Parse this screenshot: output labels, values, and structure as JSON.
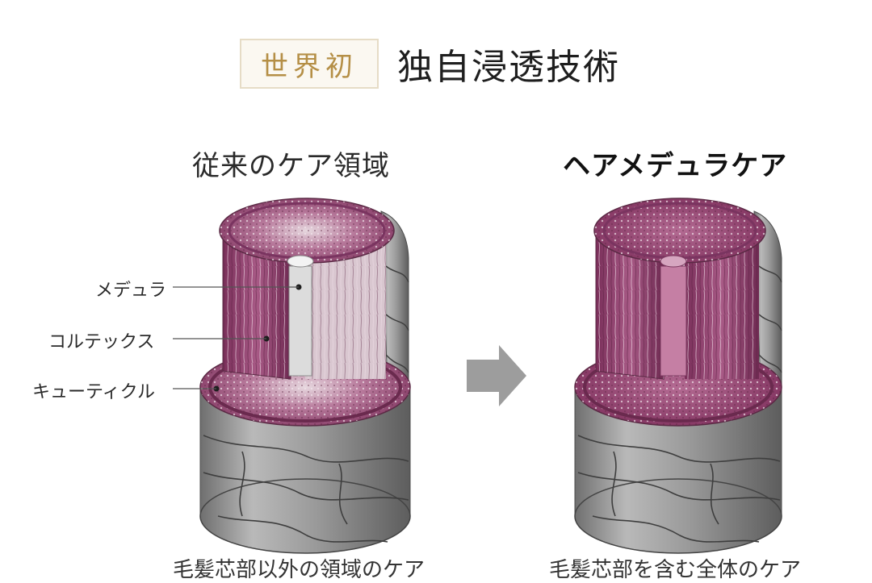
{
  "header": {
    "badge": "世界初",
    "headline": "独自浸透技術"
  },
  "left_panel": {
    "title": "従来のケア領域",
    "labels": [
      "メデュラ",
      "コルテックス",
      "キューティクル"
    ],
    "caption": "毛髪芯部以外の領域のケア"
  },
  "right_panel": {
    "title": "ヘアメデュラケア",
    "caption": "毛髪芯部を含む全体のケア"
  },
  "colors": {
    "hair_purple": "#8e3e6a",
    "hair_light": "#c57fa4",
    "cuticle_gray": "#8e8e8e",
    "arrow_gray": "#9d9d9d",
    "badge_gold": "#b58f46"
  }
}
